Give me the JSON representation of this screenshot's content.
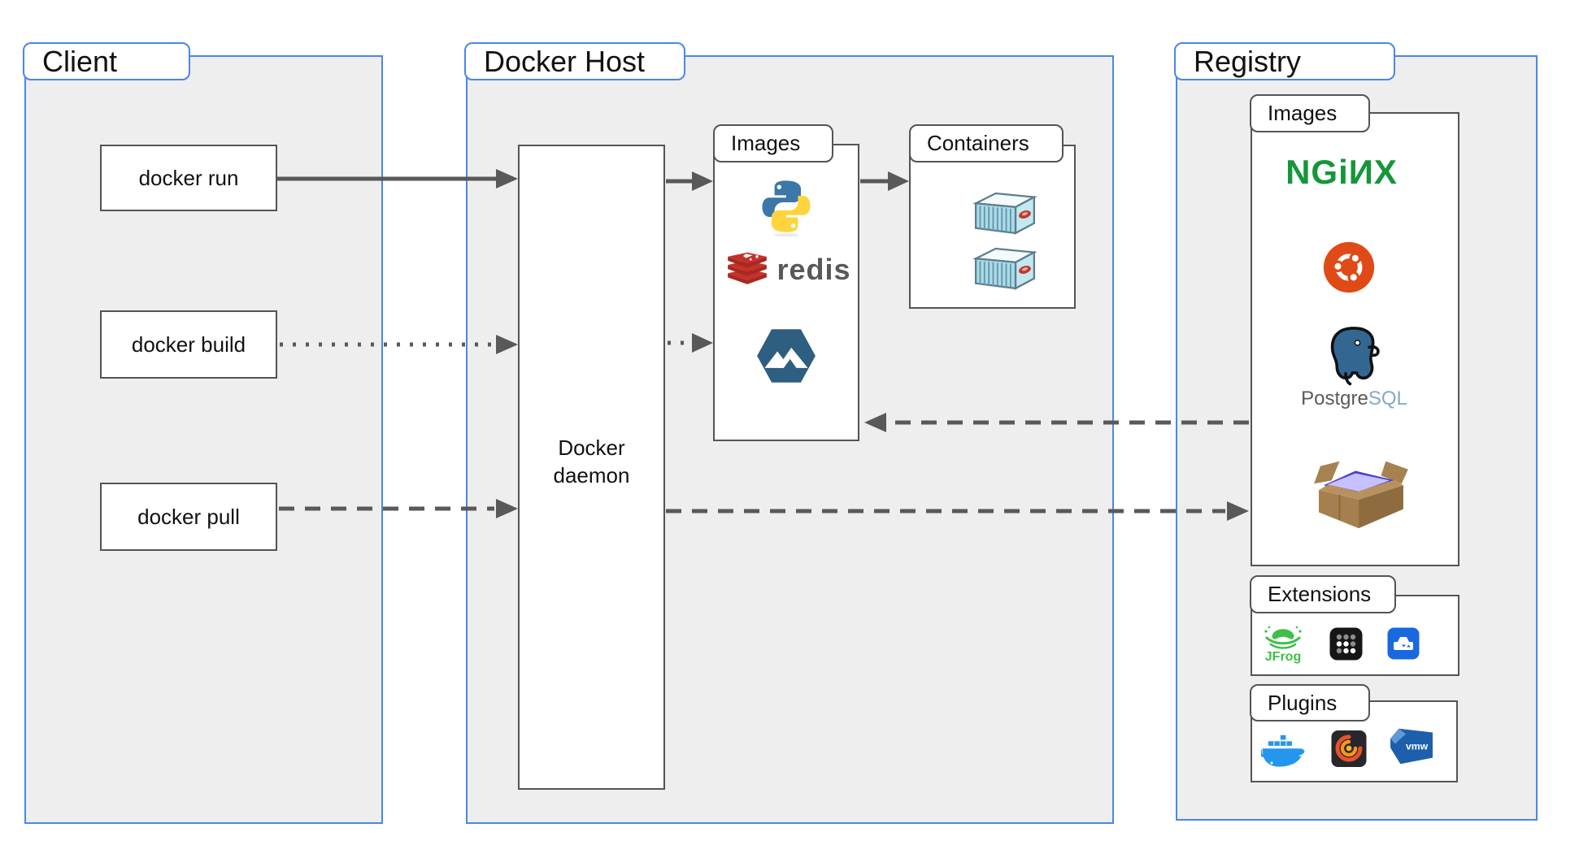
{
  "meta": {
    "diagram_type": "docker-architecture"
  },
  "colors": {
    "frame_border": "#4a86e8",
    "frame_fill": "#eeeeee",
    "box_border": "#545454",
    "arrow": "#595959",
    "nginx_green": "#149639",
    "ubuntu_orange": "#dd4814",
    "redis_red": "#c6302b",
    "alpine_blue": "#2e5e80",
    "docker_blue": "#2496ed"
  },
  "client": {
    "title": "Client",
    "commands": [
      {
        "label": "docker run"
      },
      {
        "label": "docker build"
      },
      {
        "label": "docker pull"
      }
    ]
  },
  "docker_host": {
    "title": "Docker Host",
    "daemon_label": "Docker daemon",
    "images_panel": {
      "title": "Images",
      "logos": [
        "python",
        "redis",
        "alpine"
      ],
      "redis_label": "redis"
    },
    "containers_panel": {
      "title": "Containers",
      "container_count": 2
    }
  },
  "registry": {
    "title": "Registry",
    "images_panel": {
      "title": "Images",
      "logos": [
        "nginx",
        "ubuntu",
        "postgresql",
        "busybox"
      ],
      "nginx_label": "NGiИX",
      "postgres_label_1": "Postgre",
      "postgres_label_2": "SQL"
    },
    "extensions_panel": {
      "title": "Extensions",
      "logos": [
        "jfrog",
        "extension-grid",
        "disk-drive"
      ],
      "jfrog_label": "JFrog"
    },
    "plugins_panel": {
      "title": "Plugins",
      "logos": [
        "docker-whale",
        "grafana",
        "vmware"
      ],
      "vmware_label": "vmw"
    }
  },
  "edges": [
    {
      "from": "docker-run",
      "to": "docker-daemon",
      "style": "solid"
    },
    {
      "from": "docker-daemon",
      "to": "host-images",
      "style": "solid"
    },
    {
      "from": "host-images",
      "to": "containers",
      "style": "solid"
    },
    {
      "from": "docker-build",
      "to": "docker-daemon",
      "style": "dotted"
    },
    {
      "from": "docker-daemon",
      "to": "host-images",
      "style": "dotted"
    },
    {
      "from": "docker-pull",
      "to": "docker-daemon",
      "style": "dashed"
    },
    {
      "from": "registry-images",
      "to": "host-images",
      "style": "dashed"
    },
    {
      "from": "docker-daemon",
      "to": "registry-images",
      "style": "dashed"
    }
  ]
}
